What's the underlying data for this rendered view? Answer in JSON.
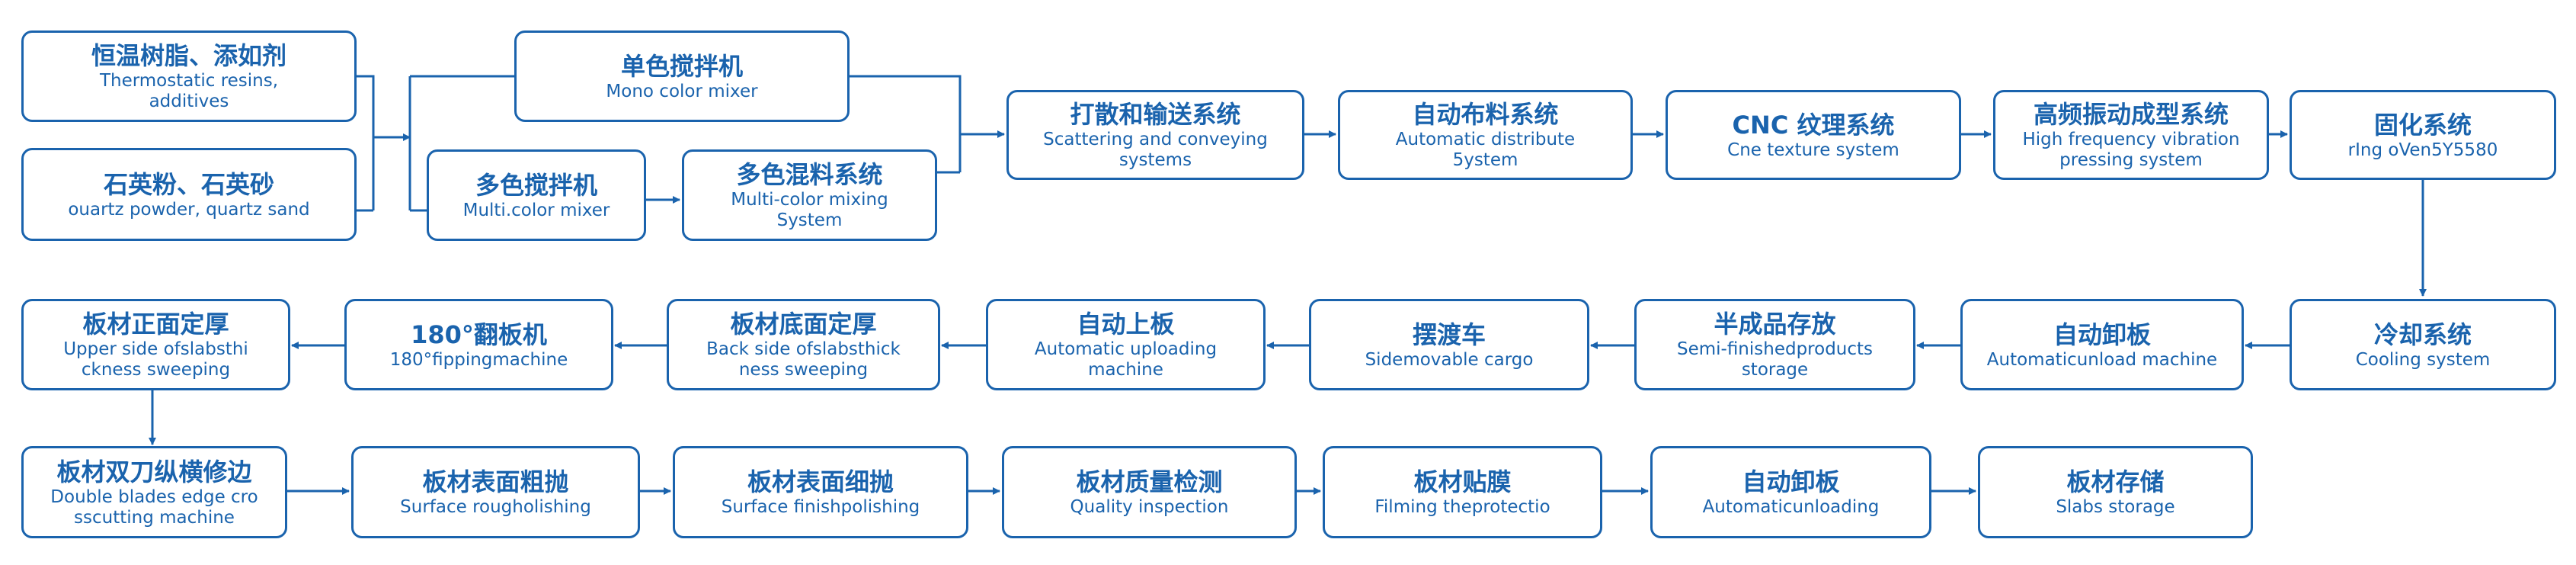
{
  "colors": {
    "stroke": "#1a63ad",
    "text": "#1a63ad",
    "background": "#ffffff"
  },
  "nodes": {
    "n1": {
      "zh": "恒温树脂、添如剂",
      "en": "Thermostatic resins,\nadditives"
    },
    "n2": {
      "zh": "石英粉、石英砂",
      "en": "ouartz powder, quartz sand"
    },
    "n3": {
      "zh": "单色搅拌机",
      "en": "Mono color mixer"
    },
    "n4": {
      "zh": "多色搅拌机",
      "en": "Multi.color mixer"
    },
    "n5": {
      "zh": "多色混料系统",
      "en": "Multi-color mixing\nSystem"
    },
    "n6": {
      "zh": "打散和输送系统",
      "en": "Scattering and conveying\nsystems"
    },
    "n7": {
      "zh": "自动布料系统",
      "en": "Automatic distribute\n5ystem"
    },
    "n8": {
      "zh": "CNC 纹理系统",
      "en": "Cne texture system"
    },
    "n9": {
      "zh": "高频振动成型系统",
      "en": "High frequency vibration\npressing system"
    },
    "n10": {
      "zh": "固化系统",
      "en": "rIng oVen5Y5580"
    },
    "n11": {
      "zh": "冷却系统",
      "en": "Cooling system"
    },
    "n12": {
      "zh": "自动卸板",
      "en": "Automaticunload machine"
    },
    "n13": {
      "zh": "半成品存放",
      "en": "Semi-finishedproducts\nstorage"
    },
    "n14": {
      "zh": "摆渡车",
      "en": "Sidemovable cargo"
    },
    "n15": {
      "zh": "自动上板",
      "en": "Automatic uploading\nmachine"
    },
    "n16": {
      "zh": "板材底面定厚",
      "en": "Back side ofslabsthick\nness sweeping"
    },
    "n17": {
      "zh": "180°翻板机",
      "en": "180°fippingmachine"
    },
    "n18": {
      "zh": "板材正面定厚",
      "en": "Upper side ofslabsthi\nckness sweeping"
    },
    "n19": {
      "zh": "板材双刀纵横修边",
      "en": "Double blades edge cro\nsscutting machine"
    },
    "n20": {
      "zh": "板材表面粗抛",
      "en": "Surface rougholishing"
    },
    "n21": {
      "zh": "板材表面细抛",
      "en": "Surface finishpolishing"
    },
    "n22": {
      "zh": "板材质量检测",
      "en": "Quality inspection"
    },
    "n23": {
      "zh": "板材贴膜",
      "en": "Filming theprotectio"
    },
    "n24": {
      "zh": "自动卸板",
      "en": "Automaticunloading"
    },
    "n25": {
      "zh": "板材存储",
      "en": "Slabs storage"
    }
  }
}
